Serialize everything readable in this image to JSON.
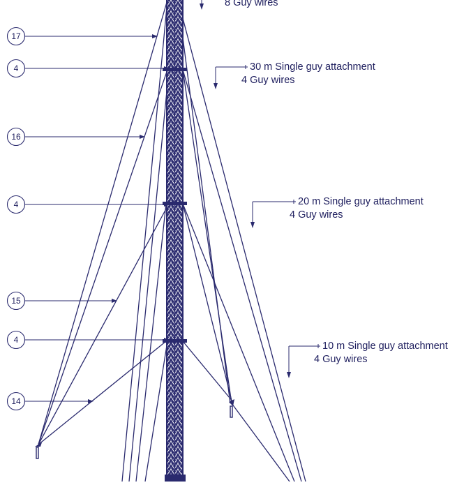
{
  "drawing": {
    "ink_color": "#2a2a6e",
    "text_color": "#1e1e5e",
    "callouts": [
      {
        "number": "17"
      },
      {
        "number": "4"
      },
      {
        "number": "16"
      },
      {
        "number": "4"
      },
      {
        "number": "15"
      },
      {
        "number": "4"
      },
      {
        "number": "14"
      }
    ],
    "annotations": [
      {
        "title": "",
        "subtitle": "8 Guy wires"
      },
      {
        "title": "30 m Single guy attachment",
        "subtitle": "4 Guy wires"
      },
      {
        "title": "20 m Single guy attachment",
        "subtitle": "4 Guy wires"
      },
      {
        "title": "10 m Single guy attachment",
        "subtitle": "4 Guy wires"
      }
    ]
  }
}
